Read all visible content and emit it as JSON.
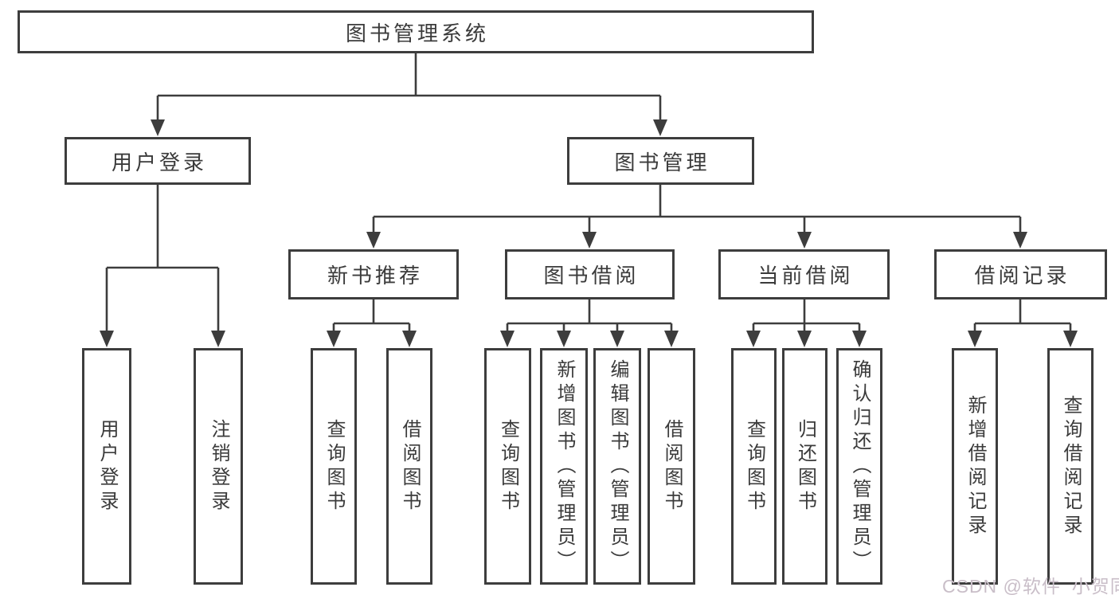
{
  "tree": {
    "label": "图书管理系统",
    "children": [
      {
        "label": "用户登录",
        "children": [
          {
            "label": "用户登录"
          },
          {
            "label": "注销登录"
          }
        ]
      },
      {
        "label": "图书管理",
        "children": [
          {
            "label": "新书推荐",
            "children": [
              {
                "label": "查询图书"
              },
              {
                "label": "借阅图书"
              }
            ]
          },
          {
            "label": "图书借阅",
            "children": [
              {
                "label": "查询图书"
              },
              {
                "label": "新增图书（管理员）"
              },
              {
                "label": "编辑图书（管理员）"
              },
              {
                "label": "借阅图书"
              }
            ]
          },
          {
            "label": "当前借阅",
            "children": [
              {
                "label": "查询图书"
              },
              {
                "label": "归还图书"
              },
              {
                "label": "确认归还（管理员）"
              }
            ]
          },
          {
            "label": "借阅记录",
            "children": [
              {
                "label": "新增借阅记录"
              },
              {
                "label": "查询借阅记录"
              }
            ]
          }
        ]
      }
    ]
  },
  "watermark": {
    "text": "CSDN @软件_小贺同学"
  },
  "colors": {
    "line": "#3d3d3d",
    "text": "#3b3b3b",
    "background": "#ffffff",
    "watermark": "#c9bec8"
  }
}
